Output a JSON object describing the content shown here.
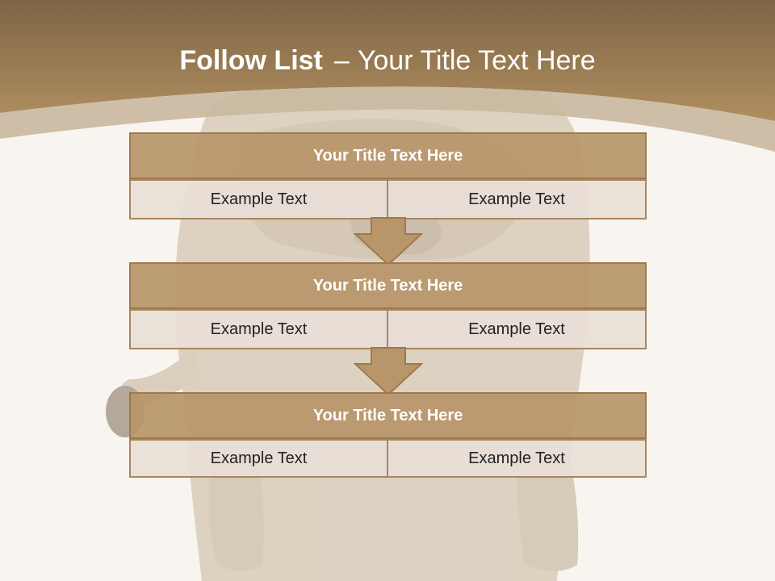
{
  "slide": {
    "title_bold": "Follow List",
    "title_sep": "–",
    "title_rest": "Your Title Text Here"
  },
  "steps": [
    {
      "title": "Your Title Text Here",
      "left": "Example Text",
      "right": "Example Text"
    },
    {
      "title": "Your Title Text Here",
      "left": "Example Text",
      "right": "Example Text"
    },
    {
      "title": "Your Title Text Here",
      "left": "Example Text",
      "right": "Example Text"
    }
  ],
  "colors": {
    "banner": "#a88a5e",
    "header_fill": "#b8966a",
    "cell_fill": "#e8dfd7",
    "border": "#9c7a4e",
    "background": "#f8f5f0"
  }
}
